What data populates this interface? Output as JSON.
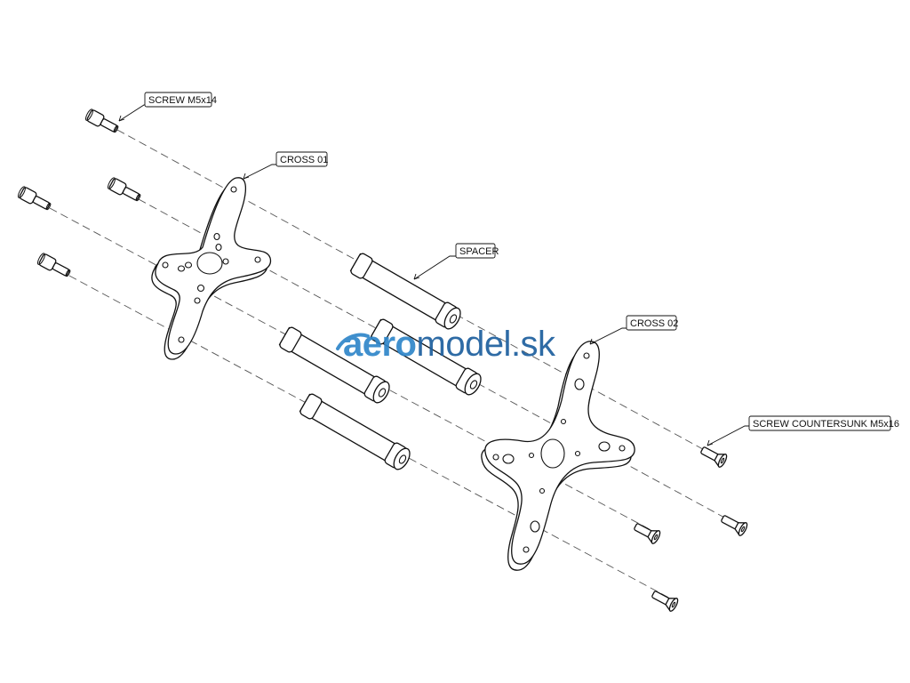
{
  "labels": {
    "screw_top": "SCREW M5x14",
    "cross01": "CROSS 01",
    "spacer": "SPACER",
    "cross02": "CROSS 02",
    "screw_csk": "SCREW COUNTERSUNK M5x16"
  },
  "watermark": {
    "brand_a": "aero",
    "brand_b": "model.sk",
    "color_a": "#2f86c9",
    "color_b": "#1d5f9e"
  }
}
